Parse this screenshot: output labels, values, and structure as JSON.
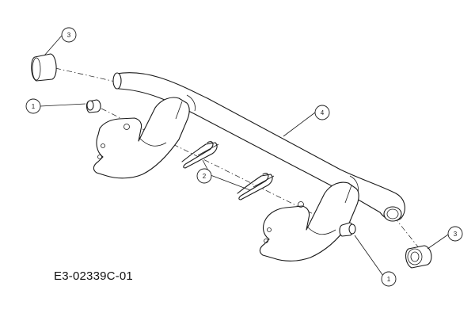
{
  "drawing_code": "E3-02339C-01",
  "callouts": [
    "3",
    "1",
    "4",
    "2",
    "1",
    "3"
  ],
  "colors": {
    "line": "#1a1a1a",
    "background": "#ffffff"
  }
}
